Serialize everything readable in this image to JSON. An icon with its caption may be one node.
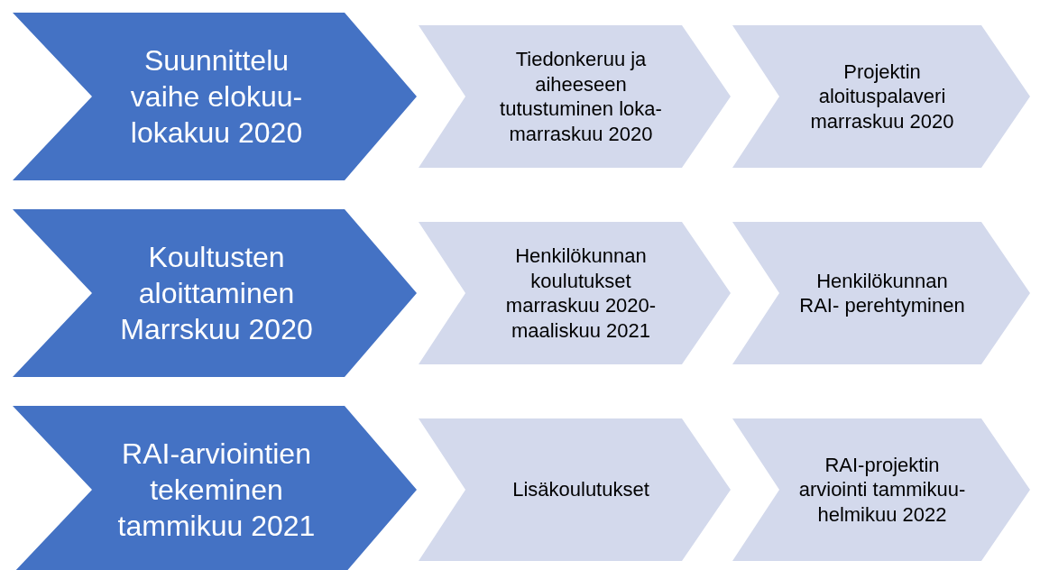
{
  "diagram": {
    "nodes": [
      {
        "text": [
          "Suunnittelu vaihe elokuu-lokakuu 2020"
        ]
      },
      {
        "text": [
          "Tiedonkeruu ja aiheeseen tutustuminen loka-marraskuu 2020"
        ]
      },
      {
        "text": [
          "Projektin aloituspalaveri marraskuu 2020"
        ]
      },
      {
        "text": [
          "Koultusten aloittaminen Marrskuu 2020"
        ]
      },
      {
        "text": [
          "Henkilökunnan koulutukset marraskuu 2020-maaliskuu 2021"
        ]
      },
      {
        "text": [
          "Henkilökunnan RAI- perehtyminen"
        ]
      },
      {
        "text": [
          "RAI-arviointien tekeminen tammikuu 2021"
        ]
      },
      {
        "text": [
          "Lisäkoulutukset"
        ]
      },
      {
        "text": [
          "RAI-projektin arviointi tammikuu-helmikuu 2022"
        ]
      }
    ]
  }
}
